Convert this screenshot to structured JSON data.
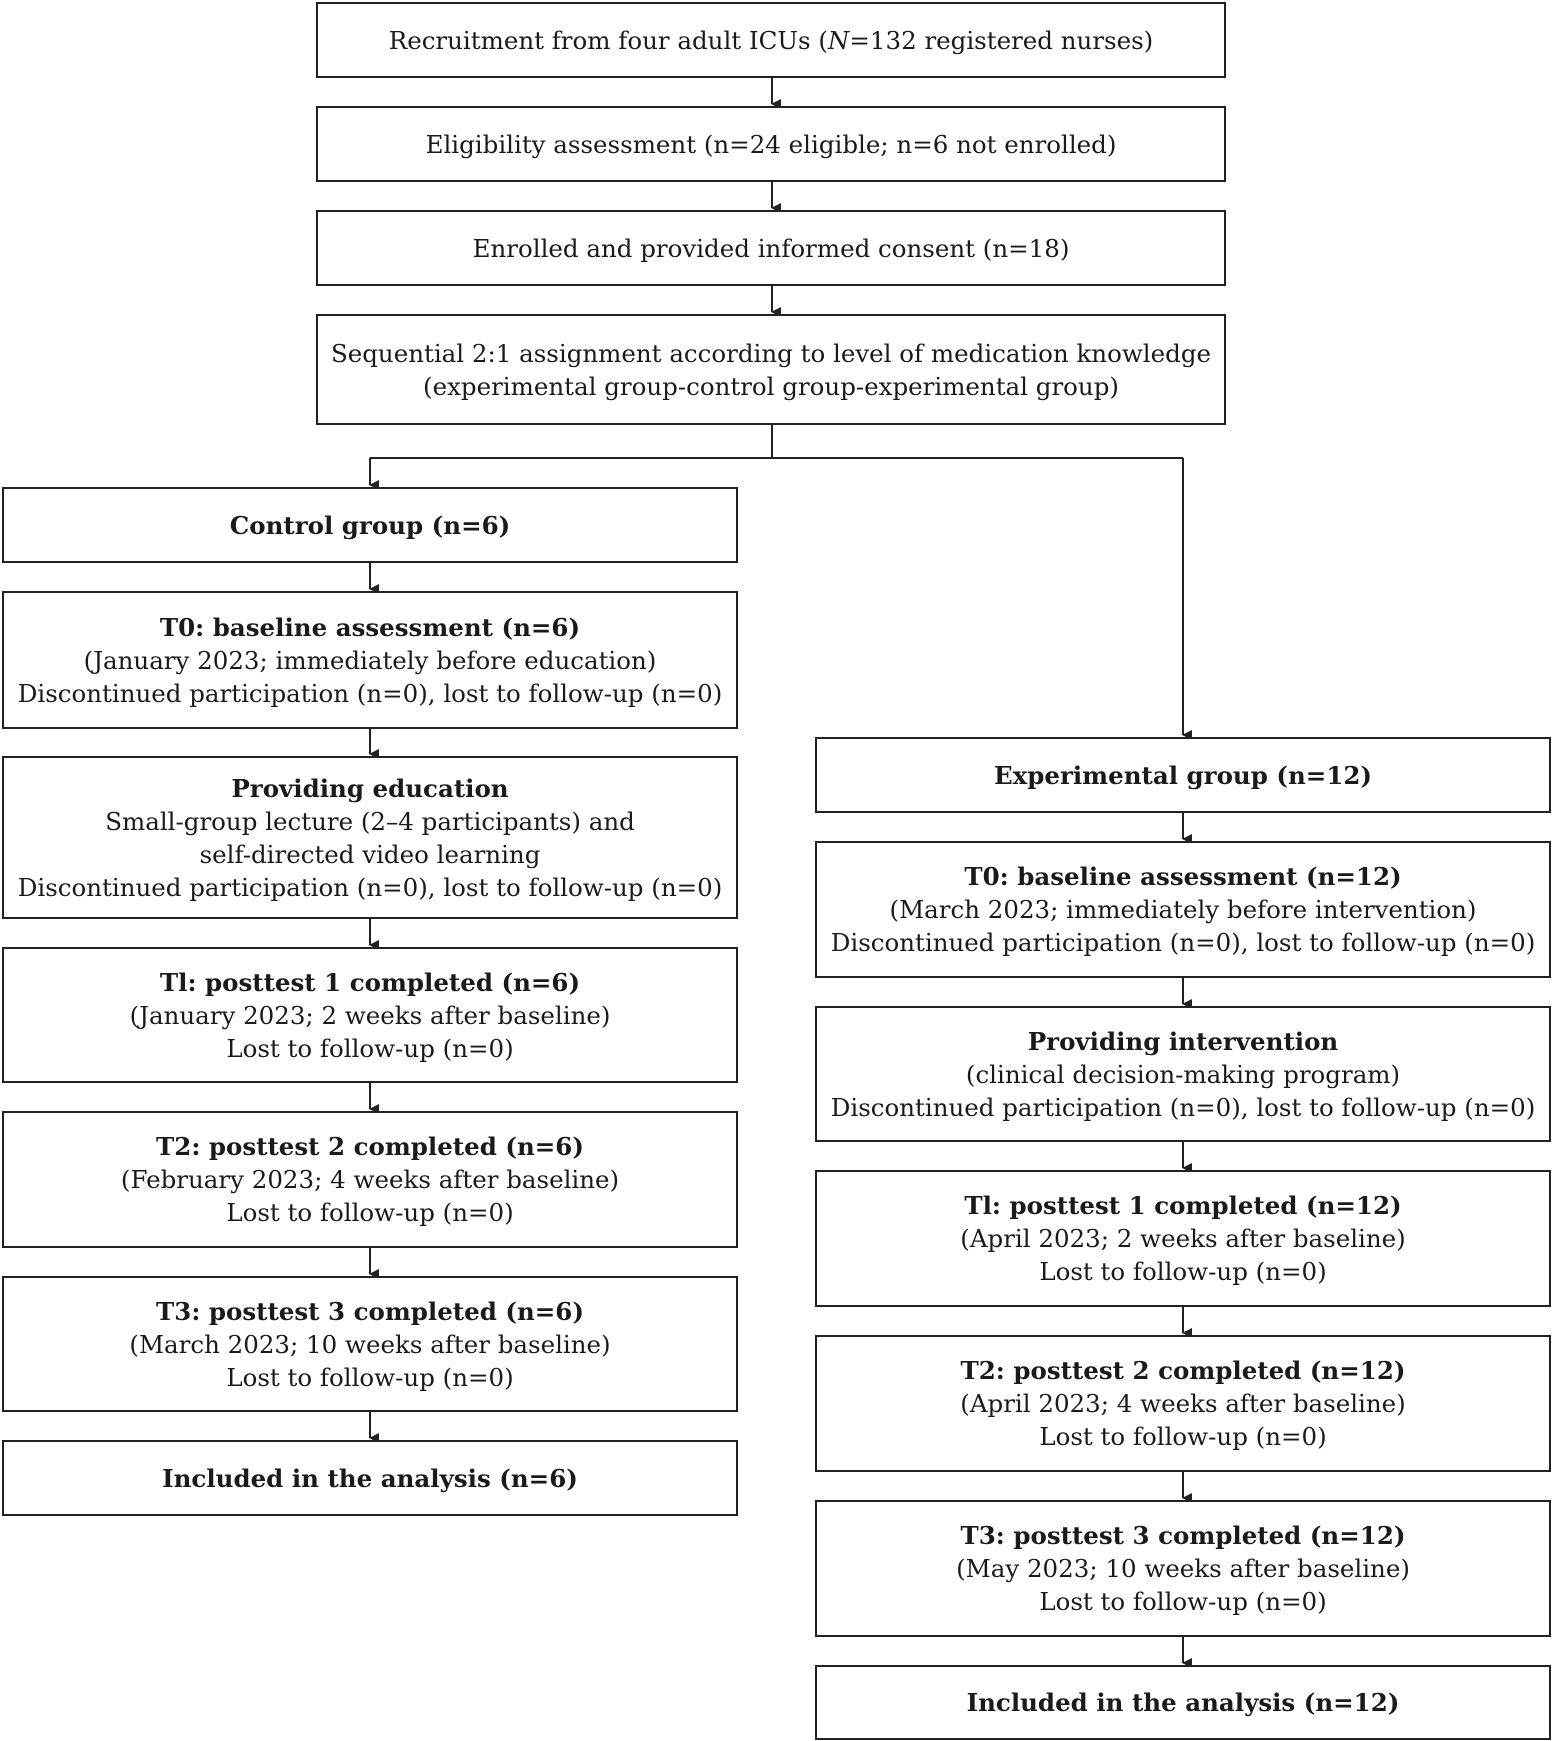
{
  "top": {
    "recruitment": {
      "pre": "Recruitment from four adult ICUs (",
      "n_symbol": "N",
      "post": "=132 registered nurses)"
    },
    "eligibility": "Eligibility assessment (n=24 eligible; n=6 not enrolled)",
    "enrolled": "Enrolled and provided informed consent (n=18)",
    "assignment": {
      "line1": "Sequential 2:1 assignment according to level of medication knowledge",
      "line2": "(experimental group-control group-experimental group)"
    }
  },
  "control": {
    "group": "Control group (n=6)",
    "t0": {
      "title": "T0: baseline assessment (n=6)",
      "line1": "(January 2023; immediately before education)",
      "line2": "Discontinued participation (n=0), lost to follow-up (n=0)"
    },
    "education": {
      "title": "Providing education",
      "line1": "Small-group lecture (2–4 participants) and",
      "line2": "self-directed video learning",
      "line3": "Discontinued participation (n=0), lost to follow-up (n=0)"
    },
    "t1": {
      "title": "Tl: posttest 1 completed (n=6)",
      "line1": "(January 2023; 2 weeks after baseline)",
      "line2": "Lost to follow-up (n=0)"
    },
    "t2": {
      "title": "T2: posttest 2 completed (n=6)",
      "line1": "(February 2023; 4 weeks after baseline)",
      "line2": "Lost to follow-up (n=0)"
    },
    "t3": {
      "title": "T3: posttest 3 completed (n=6)",
      "line1": "(March 2023; 10 weeks after baseline)",
      "line2": "Lost to follow-up (n=0)"
    },
    "analysis": "Included in the analysis (n=6)"
  },
  "experimental": {
    "group": "Experimental group (n=12)",
    "t0": {
      "title": "T0: baseline assessment (n=12)",
      "line1": "(March 2023; immediately before intervention)",
      "line2": "Discontinued participation (n=0), lost to follow-up (n=0)"
    },
    "intervention": {
      "title": "Providing intervention",
      "line1": "(clinical decision-making program)",
      "line2": "Discontinued participation (n=0), lost to follow-up (n=0)"
    },
    "t1": {
      "title": "Tl: posttest 1 completed (n=12)",
      "line1": "(April 2023; 2 weeks after baseline)",
      "line2": "Lost to follow-up (n=0)"
    },
    "t2": {
      "title": "T2: posttest 2 completed (n=12)",
      "line1": "(April 2023; 4 weeks after baseline)",
      "line2": "Lost to follow-up (n=0)"
    },
    "t3": {
      "title": "T3: posttest 3 completed (n=12)",
      "line1": "(May 2023; 10 weeks after baseline)",
      "line2": "Lost to follow-up (n=0)"
    },
    "analysis": "Included in the analysis (n=12)"
  }
}
